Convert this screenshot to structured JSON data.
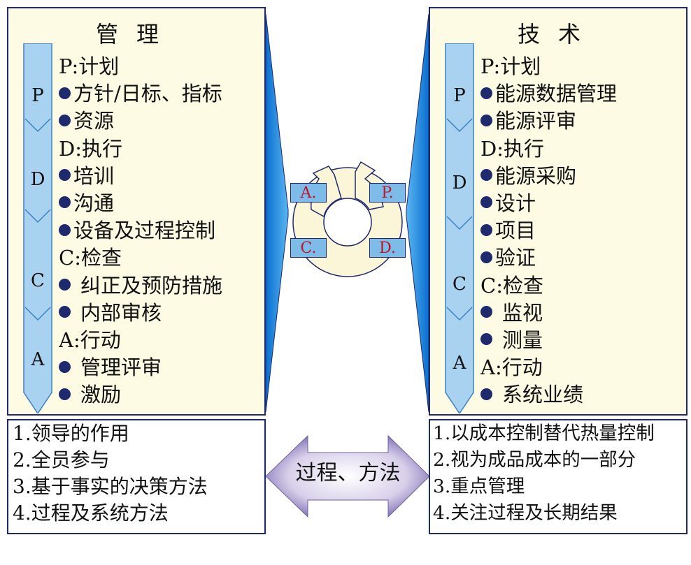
{
  "management": {
    "title": "管理",
    "stages": [
      "P",
      "D",
      "C",
      "A"
    ],
    "items": [
      {
        "text": "P:计划",
        "bullet": false
      },
      {
        "text": "方针/日标、指标",
        "bullet": true
      },
      {
        "text": "资源",
        "bullet": true
      },
      {
        "text": "D:执行",
        "bullet": false
      },
      {
        "text": "培训",
        "bullet": true
      },
      {
        "text": "沟通",
        "bullet": true
      },
      {
        "text": "设备及过程控制",
        "bullet": true
      },
      {
        "text": "C:检查",
        "bullet": false
      },
      {
        "text": "纠正及预防措施",
        "bullet": true,
        "gap": true
      },
      {
        "text": "内部审核",
        "bullet": true,
        "gap": true
      },
      {
        "text": "A:行动",
        "bullet": false
      },
      {
        "text": "管理评审",
        "bullet": true,
        "gap": true
      },
      {
        "text": "激励",
        "bullet": true,
        "gap": true
      }
    ]
  },
  "technology": {
    "title": "技术",
    "stages": [
      "P",
      "D",
      "C",
      "A"
    ],
    "items": [
      {
        "text": "P:计划",
        "bullet": false
      },
      {
        "text": "能源数据管理",
        "bullet": true
      },
      {
        "text": "能源评审",
        "bullet": true
      },
      {
        "text": "D:执行",
        "bullet": false
      },
      {
        "text": "能源采购",
        "bullet": true
      },
      {
        "text": "设计",
        "bullet": true
      },
      {
        "text": "项目",
        "bullet": true
      },
      {
        "text": "验证",
        "bullet": true
      },
      {
        "text": "C:检查",
        "bullet": false
      },
      {
        "text": "监视",
        "bullet": true,
        "gap": true
      },
      {
        "text": "测量",
        "bullet": true,
        "gap": true
      },
      {
        "text": "A:行动",
        "bullet": false
      },
      {
        "text": "系统业绩",
        "bullet": true,
        "gap": true
      }
    ]
  },
  "cycle": {
    "labels": {
      "a": "A.",
      "p": "P.",
      "c": "C.",
      "d": "D."
    }
  },
  "principles": [
    "1.领导的作用",
    "2.全员参与",
    "3.基于事实的决策方法",
    "4.过程及系统方法"
  ],
  "cost_focus": [
    "1.以成本控制替代热量控制",
    "2.视为成品成本的一部分",
    "3.重点管理",
    "4.关注过程及长期结果"
  ],
  "arrow_label": "过程、方法",
  "colors": {
    "panel_bg": "#fdfbe3",
    "border": "#1f2a6e",
    "spine": "#a8d2f0",
    "cycle_label": "#c0142a"
  }
}
